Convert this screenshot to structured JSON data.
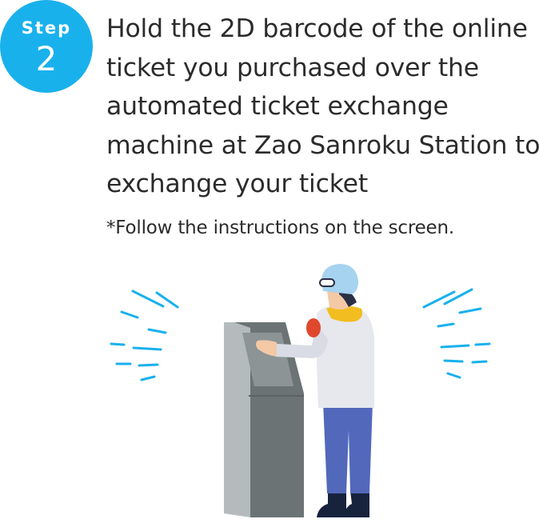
{
  "step": {
    "label": "Step",
    "number": "2"
  },
  "heading": "Hold the 2D barcode of the online ticket you purchased over the automated ticket exchange machine at Zao Sanroku Station to exchange your ticket",
  "note": "*Follow the instructions on the screen.",
  "colors": {
    "accent": "#19b1ec",
    "text": "#2b2b2b",
    "machine_body": "#6b7375",
    "machine_side": "#b5bbbd",
    "coat": "#e6e8ee",
    "pants": "#5268ba",
    "helmet": "#a6d3ef",
    "scarf": "#f2bd1f",
    "glove": "#e0482e"
  },
  "icons": {
    "motion_lines": "sparkle-lines-icon"
  }
}
